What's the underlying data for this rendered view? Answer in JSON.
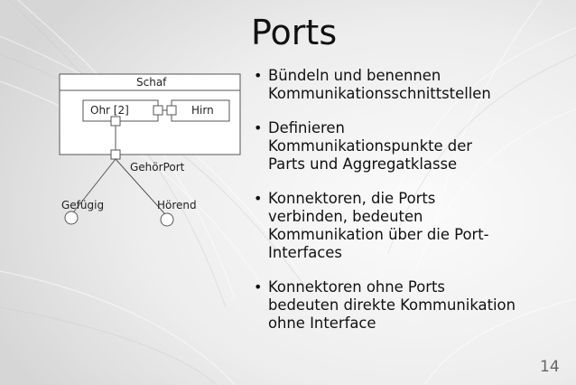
{
  "slide": {
    "title": "Ports",
    "page_number": "14",
    "bullets": [
      "Bündeln und benennen\nKommunikationsschnittstellen",
      "Definieren\nKommunikationspunkte der\nParts und Aggregatklasse",
      "Konnektoren, die Ports\nverbinden, bedeuten\nKommunikation über die Port-\nInterfaces",
      "Konnektoren ohne Ports\nbedeuten direkte Kommunikation\nohne Interface"
    ]
  },
  "diagram": {
    "class_name": "Schaf",
    "parts": [
      "Ohr [2]",
      "Hirn"
    ],
    "port_name": "GehörPort",
    "interfaces": [
      "Gefügig",
      "Hörend"
    ]
  }
}
